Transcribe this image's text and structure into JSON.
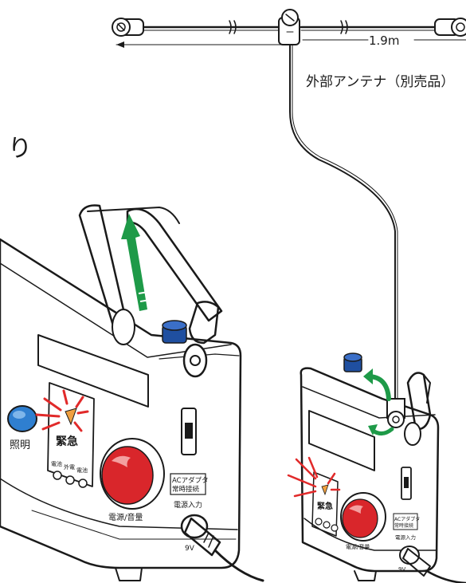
{
  "antenna": {
    "length_label": "1.9m",
    "name_label": "外部アンテナ（別売品）"
  },
  "fragment_text": "り",
  "device_left": {
    "light_label": "照明",
    "emergency_label": "緊急",
    "indicators": [
      "電池",
      "外電",
      "電池"
    ],
    "power_label": "電源/音量",
    "ac_adapter_label": [
      "ACアダプタ",
      "常時接続"
    ],
    "power_input_label": "電源入力",
    "voltage_label": "9V"
  },
  "device_right": {
    "emergency_label": "緊急",
    "power_label": "電源/音量",
    "ac_adapter_label": [
      "ACアダプタ",
      "常時接続"
    ],
    "power_input_label": "電源入力",
    "voltage_label": "9V"
  },
  "colors": {
    "line": "#1a1a1a",
    "antenna_cap": "#1f4fa0",
    "light_button": "#2f7fd0",
    "red_button": "#d9262b",
    "green_arrow": "#1e9a48",
    "alarm_ray": "#e12a2a",
    "alarm_lamp": "#f0a040"
  }
}
